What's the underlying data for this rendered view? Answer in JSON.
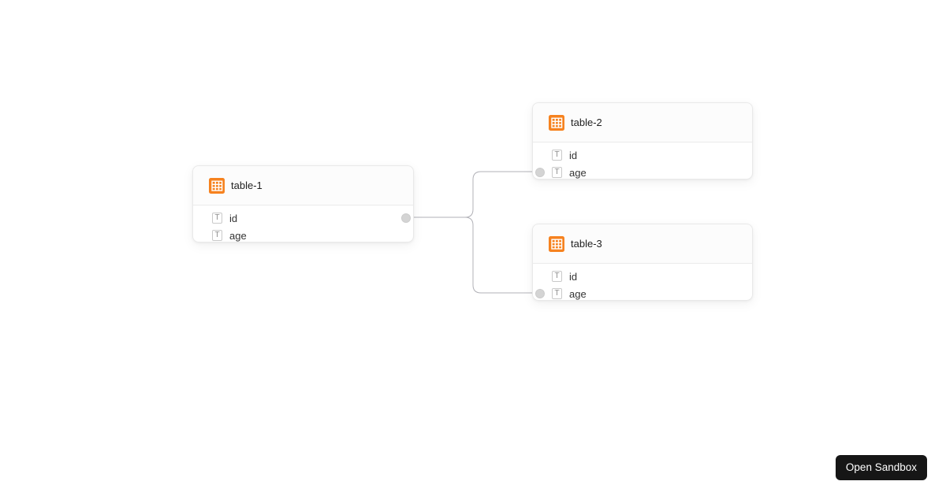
{
  "canvas": {
    "background": "#ffffff"
  },
  "diagram": {
    "nodes": [
      {
        "id": "table-1",
        "title": "table-1",
        "fields": [
          {
            "label": "id",
            "type": "text"
          },
          {
            "label": "age",
            "type": "text"
          }
        ]
      },
      {
        "id": "table-2",
        "title": "table-2",
        "fields": [
          {
            "label": "id",
            "type": "text"
          },
          {
            "label": "age",
            "type": "text"
          }
        ]
      },
      {
        "id": "table-3",
        "title": "table-3",
        "fields": [
          {
            "label": "id",
            "type": "text"
          },
          {
            "label": "age",
            "type": "text"
          }
        ]
      }
    ],
    "edges": [
      {
        "source": "table-1.id",
        "target": "table-2.age"
      },
      {
        "source": "table-1.id",
        "target": "table-3.age"
      }
    ]
  },
  "icons": {
    "table_icon": "table-grid-icon",
    "text_type_glyph": "T"
  },
  "colors": {
    "accent_orange": "#f6821f",
    "edge_stroke": "#b1b1b7",
    "handle_fill": "#d4d4d4",
    "node_border": "#e9e9e9",
    "header_bg": "#fcfcfc",
    "button_bg": "#161616",
    "button_text": "#ffffff"
  },
  "sandbox_button": {
    "label": "Open Sandbox"
  }
}
